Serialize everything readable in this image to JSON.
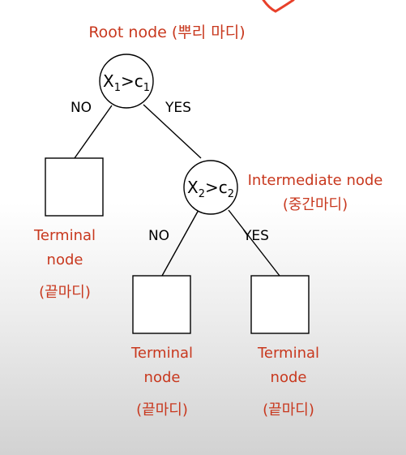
{
  "root": {
    "caption": "Root node (뿌리 마디)",
    "condition": {
      "var": "X",
      "sub": "1",
      "op": ">",
      "thr": "c",
      "thr_sub": "1"
    }
  },
  "intermediate": {
    "caption_line1": "Intermediate node",
    "caption_line2": "(중간마디)",
    "condition": {
      "var": "X",
      "sub": "2",
      "op": ">",
      "thr": "c",
      "thr_sub": "2"
    }
  },
  "edges": {
    "root_no": "NO",
    "root_yes": "YES",
    "mid_no": "NO",
    "mid_yes": "YES"
  },
  "terminals": [
    {
      "line1": "Terminal",
      "line2": "node",
      "line3": "(끝마디)"
    },
    {
      "line1": "Terminal",
      "line2": "node",
      "line3": "(끝마디)"
    },
    {
      "line1": "Terminal",
      "line2": "node",
      "line3": "(끝마디)"
    }
  ],
  "colors": {
    "caption": "#c8381e",
    "mark": "#e8402a",
    "line": "#000000"
  }
}
